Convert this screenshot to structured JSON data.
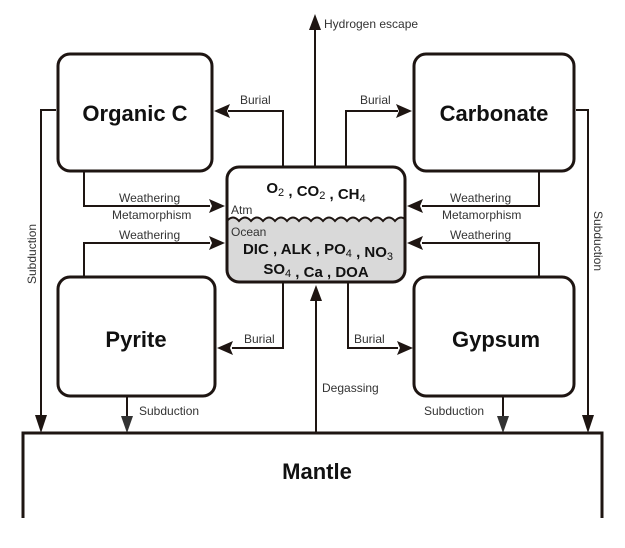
{
  "diagram": {
    "reservoirs": {
      "organic_c": "Organic C",
      "carbonate": "Carbonate",
      "pyrite": "Pyrite",
      "gypsum": "Gypsum",
      "mantle": "Mantle"
    },
    "central": {
      "atm_label": "Atm",
      "ocean_label": "Ocean",
      "atm_species": [
        "O2",
        "CO2",
        "CH4"
      ],
      "ocean_species_line1": [
        "DIC",
        "ALK",
        "PO4",
        "NO3"
      ],
      "ocean_species_line2": [
        "SO4",
        "Ca",
        "DOA"
      ],
      "ocean_fill": "#d9d9d9"
    },
    "fluxes": {
      "hydrogen_escape": "Hydrogen escape",
      "burial_organic": "Burial",
      "burial_carbonate": "Burial",
      "burial_pyrite": "Burial",
      "burial_gypsum": "Burial",
      "weathering_organic": "Weathering",
      "metamorphism_organic": "Metamorphism",
      "weathering_pyrite": "Weathering",
      "weathering_carbonate": "Weathering",
      "metamorphism_carbonate": "Metamorphism",
      "weathering_gypsum": "Weathering",
      "subduction_left": "Subduction",
      "subduction_right": "Subduction",
      "subduction_pyrite": "Subduction",
      "subduction_gypsum": "Subduction",
      "degassing": "Degassing"
    },
    "colors": {
      "stroke": "#1e1512",
      "background": "#ffffff"
    }
  }
}
